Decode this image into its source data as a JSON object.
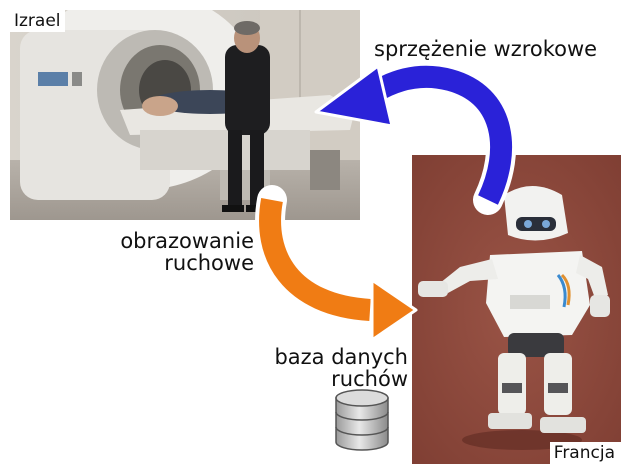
{
  "photos": {
    "mri_label": "Izrael",
    "robot_label": "Francja"
  },
  "captions": {
    "visual_feedback": "sprzężenie wzrokowe",
    "motion_imaging_line1": "obrazowanie",
    "motion_imaging_line2": "ruchowe",
    "motion_database_line1": "baza danych",
    "motion_database_line2": "ruchów"
  },
  "icons": {
    "feedback_arrow": "blue-curved-arrow-icon",
    "imaging_arrow": "orange-curved-arrow-icon",
    "database": "database-icon"
  },
  "colors": {
    "feedback_arrow": "#2a22d8",
    "imaging_arrow": "#f07c14",
    "floor": "#8f4a3c"
  }
}
